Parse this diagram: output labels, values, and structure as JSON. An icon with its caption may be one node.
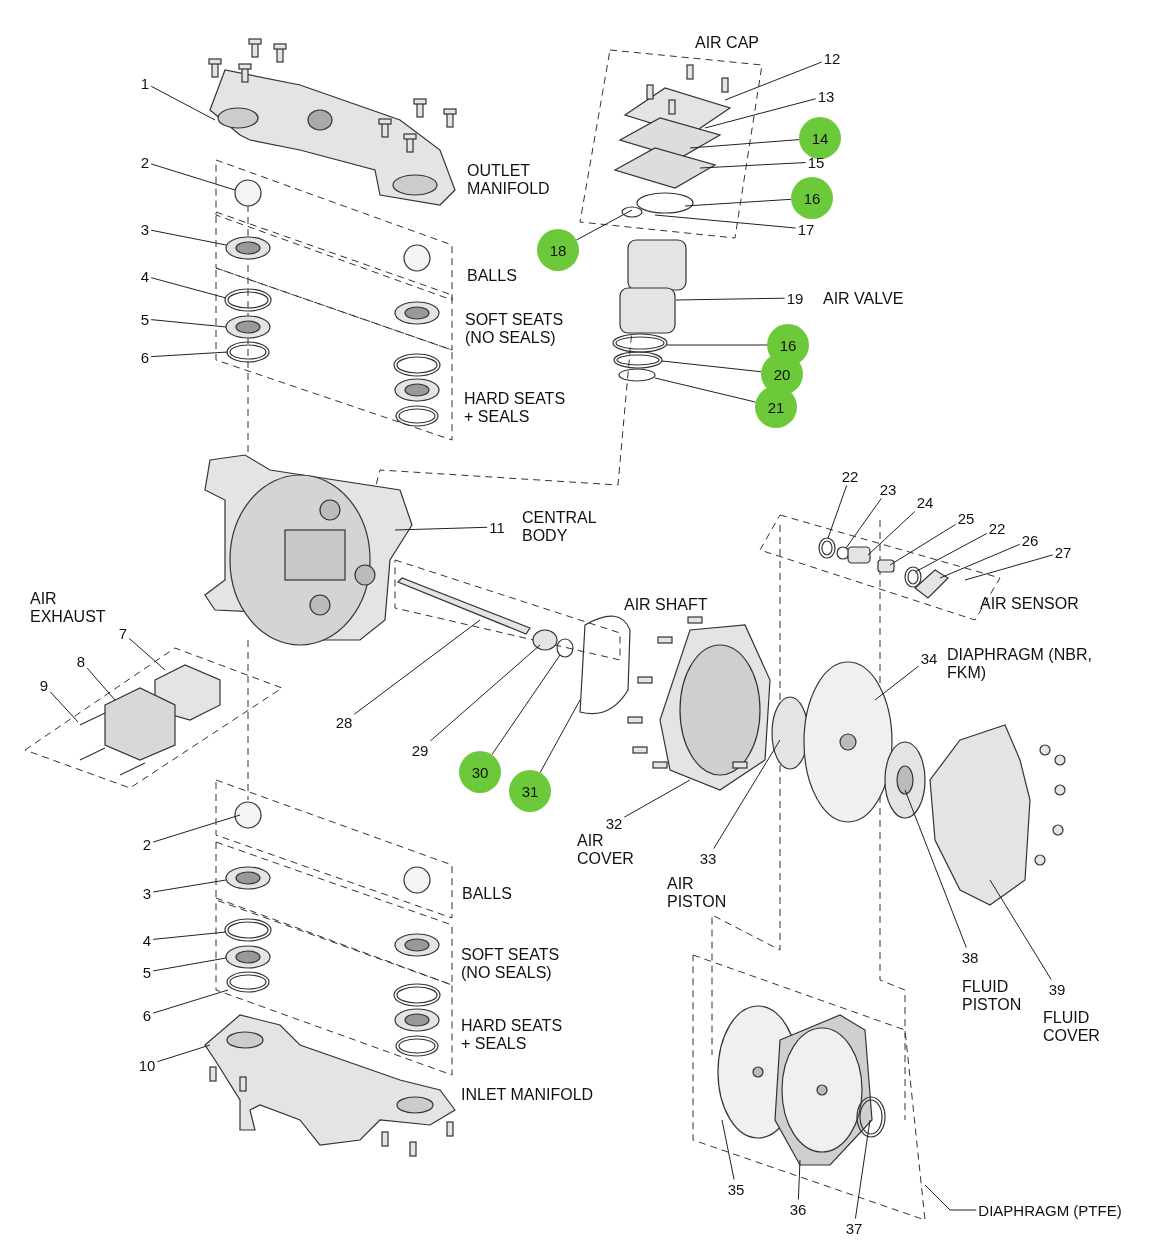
{
  "diagram": {
    "nodes": [
      {
        "text": [
          "1"
        ]
      },
      {
        "text": [
          "2"
        ]
      },
      {
        "text": [
          "3"
        ]
      },
      {
        "text": [
          "4"
        ]
      },
      {
        "text": [
          "5"
        ]
      },
      {
        "text": [
          "6"
        ]
      },
      {
        "text": [
          "12"
        ]
      },
      {
        "text": [
          "13"
        ]
      },
      {
        "text": [
          "14"
        ]
      },
      {
        "text": [
          "15"
        ]
      },
      {
        "text": [
          "16"
        ]
      },
      {
        "text": [
          "17"
        ]
      },
      {
        "text": [
          "18"
        ]
      },
      {
        "text": [
          "19"
        ]
      },
      {
        "text": [
          "16"
        ]
      },
      {
        "text": [
          "20"
        ]
      },
      {
        "text": [
          "21"
        ]
      },
      {
        "text": [
          "11"
        ]
      },
      {
        "text": [
          "22"
        ]
      },
      {
        "text": [
          "23"
        ]
      },
      {
        "text": [
          "24"
        ]
      },
      {
        "text": [
          "25"
        ]
      },
      {
        "text": [
          "22"
        ]
      },
      {
        "text": [
          "26"
        ]
      },
      {
        "text": [
          "27"
        ]
      },
      {
        "text": [
          "7"
        ]
      },
      {
        "text": [
          "8"
        ]
      },
      {
        "text": [
          "9"
        ]
      },
      {
        "text": [
          "34"
        ]
      },
      {
        "text": [
          "28"
        ]
      },
      {
        "text": [
          "29"
        ]
      },
      {
        "text": [
          "30"
        ]
      },
      {
        "text": [
          "31"
        ]
      },
      {
        "text": [
          "32"
        ]
      },
      {
        "text": [
          "33"
        ]
      },
      {
        "text": [
          "38"
        ]
      },
      {
        "text": [
          "39"
        ]
      },
      {
        "text": [
          "2"
        ]
      },
      {
        "text": [
          "3"
        ]
      },
      {
        "text": [
          "4"
        ]
      },
      {
        "text": [
          "5"
        ]
      },
      {
        "text": [
          "6"
        ]
      },
      {
        "text": [
          "10"
        ]
      },
      {
        "text": [
          "35"
        ]
      },
      {
        "text": [
          "36"
        ]
      },
      {
        "text": [
          "37"
        ]
      },
      {
        "text": [
          "DIAPHRAGM (PTFE)"
        ]
      }
    ],
    "edges": [
      {
        "from": 0,
        "to": null,
        "arrow": "none"
      },
      {
        "from": 1,
        "to": null,
        "arrow": "none"
      },
      {
        "from": 2,
        "to": null,
        "arrow": "none"
      },
      {
        "from": 3,
        "to": null,
        "arrow": "none"
      },
      {
        "from": 4,
        "to": null,
        "arrow": "none"
      },
      {
        "from": 5,
        "to": null,
        "arrow": "none"
      },
      {
        "from": 6,
        "to": null,
        "arrow": "none"
      },
      {
        "from": 7,
        "to": null,
        "arrow": "none"
      },
      {
        "from": 8,
        "to": null,
        "arrow": "none"
      },
      {
        "from": 9,
        "to": null,
        "arrow": "none"
      },
      {
        "from": 10,
        "to": null,
        "arrow": "none"
      },
      {
        "from": 11,
        "to": null,
        "arrow": "none"
      },
      {
        "from": 12,
        "to": null,
        "arrow": "none"
      },
      {
        "from": 13,
        "to": null,
        "arrow": "none"
      },
      {
        "from": 14,
        "to": null,
        "arrow": "none"
      },
      {
        "from": 15,
        "to": null,
        "arrow": "none"
      },
      {
        "from": 16,
        "to": null,
        "arrow": "none"
      },
      {
        "from": 17,
        "to": null,
        "arrow": "none"
      },
      {
        "from": 18,
        "to": null,
        "arrow": "none"
      },
      {
        "from": 19,
        "to": null,
        "arrow": "none"
      },
      {
        "from": 20,
        "to": null,
        "arrow": "none"
      },
      {
        "from": 21,
        "to": null,
        "arrow": "none"
      },
      {
        "from": 22,
        "to": null,
        "arrow": "none"
      },
      {
        "from": 23,
        "to": null,
        "arrow": "none"
      },
      {
        "from": 24,
        "to": null,
        "arrow": "none"
      },
      {
        "from": 25,
        "to": null,
        "arrow": "none"
      },
      {
        "from": 26,
        "to": null,
        "arrow": "none"
      },
      {
        "from": 27,
        "to": null,
        "arrow": "none"
      },
      {
        "from": 28,
        "to": null,
        "arrow": "none"
      },
      {
        "from": 29,
        "to": null,
        "arrow": "none"
      },
      {
        "from": 30,
        "to": null,
        "arrow": "none"
      },
      {
        "from": 31,
        "to": null,
        "arrow": "none"
      },
      {
        "from": 32,
        "to": null,
        "arrow": "none"
      },
      {
        "from": 33,
        "to": null,
        "arrow": "none"
      },
      {
        "from": 34,
        "to": null,
        "arrow": "none"
      },
      {
        "from": 35,
        "to": null,
        "arrow": "none"
      },
      {
        "from": 36,
        "to": null,
        "arrow": "none"
      },
      {
        "from": 37,
        "to": null,
        "arrow": "none"
      },
      {
        "from": 38,
        "to": null,
        "arrow": "none"
      },
      {
        "from": 39,
        "to": null,
        "arrow": "none"
      },
      {
        "from": 40,
        "to": null,
        "arrow": "none"
      },
      {
        "from": 41,
        "to": null,
        "arrow": "none"
      },
      {
        "from": 42,
        "to": null,
        "arrow": "none"
      },
      {
        "from": 43,
        "to": null,
        "arrow": "none"
      },
      {
        "from": 44,
        "to": null,
        "arrow": "none"
      },
      {
        "from": 45,
        "to": null,
        "arrow": "none"
      },
      {
        "from": 46,
        "to": null,
        "arrow": "none"
      }
    ],
    "labels": [
      "AIR CAP",
      "OUTLET MANIFOLD",
      "BALLS",
      "AIR VALVE",
      "SOFT SEATS (NO SEALS)",
      "HARD SEATS + SEALS",
      "CENTRAL BODY",
      "AIR SHAFT",
      "AIR SENSOR",
      "AIR EXHAUST",
      "DIAPHRAGM (NBR, FKM)",
      "AIR COVER",
      "AIR PISTON",
      "FLUID PISTON",
      "FLUID COVER",
      "BALLS",
      "SOFT SEATS (NO SEALS)",
      "HARD SEATS + SEALS",
      "INLET MANIFOLD"
    ]
  }
}
